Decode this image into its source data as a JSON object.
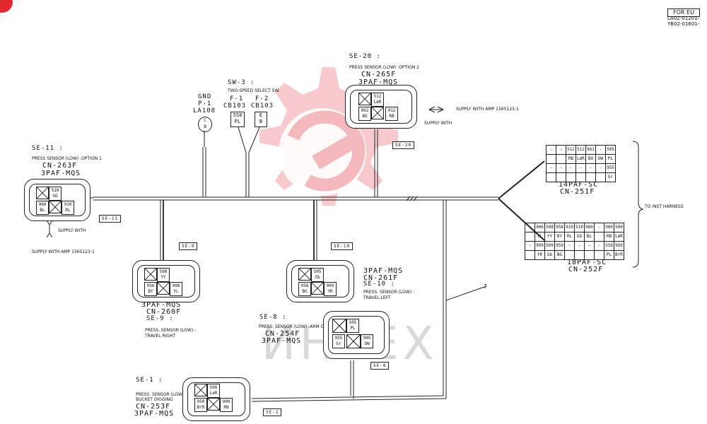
{
  "header": {
    "badge": "FOR EU",
    "codes": [
      "LA02-01201-",
      "YB02-01601-"
    ]
  },
  "colors": {
    "watermark": "#f5b8bc",
    "corner": "#e0282e"
  },
  "watermark_text": "ИНТЕХ",
  "gnd": {
    "l1": "GND",
    "l2": "P-1",
    "l3": "LA108",
    "pin_top": "C",
    "pin_bot": "B"
  },
  "sw3": {
    "label": "SW-3 :",
    "desc": "TWO-SPEED SELECT SW.",
    "f1": "F-1",
    "f1_part": "CB103",
    "f2": "F-2",
    "f2_part": "CB103",
    "f1_pin": [
      "558",
      "PL"
    ],
    "f2_pin": [
      "E",
      "B"
    ]
  },
  "se20": {
    "label": "SE-20 :",
    "desc": "PRESS SENSOR (LOW) :OPTION 2",
    "part": "CN-265F",
    "type": "3PAF-MQS",
    "pins": [
      [
        "512",
        "LøR"
      ],
      [
        "962",
        "BO"
      ],
      [
        "912",
        "RB"
      ]
    ],
    "tag": "SE-20",
    "supply": "SUPPLY WITH AMP 1565123-1",
    "supply2": "SUPPLY WITH"
  },
  "se11": {
    "label": "SE-11 :",
    "desc": "PRESS SENSOR (LOW) :OPTION 1",
    "part": "CN-263F",
    "type": "3PAF-MQS",
    "pins": [
      [
        "510",
        "GO"
      ],
      [
        "960",
        "BL"
      ],
      [
        "910",
        "RL"
      ]
    ],
    "tag": "SE-11",
    "supply": "SUPPLY WITH",
    "supply_amp": "SUPPLY WITH AMP 1565123-1"
  },
  "se9": {
    "type": "3PAF-MQS",
    "part": "CN-260F",
    "label": "SE-9 :",
    "desc1": "PRESS. SENSOR (LOW) :",
    "desc2": "TRAVEL RIGHT",
    "pins": [
      [
        "508",
        "YY"
      ],
      [
        "956",
        "BY"
      ],
      [
        "908",
        "YL"
      ]
    ],
    "tag": "SE-9"
  },
  "se10": {
    "type": "3PAF-MQS",
    "part": "CN-261F",
    "label": "SE-10 :",
    "desc1": "PRESS. SENSOR (LOW) :",
    "desc2": "TRAVEL LEFT",
    "pins": [
      [
        "505",
        "Sb"
      ],
      [
        "958",
        "BG"
      ],
      [
        "909",
        "YR"
      ]
    ],
    "tag": "SE-10"
  },
  "se8": {
    "label": "SE-8 :",
    "desc": "PRESS. SENSOR (LOW) :ARM OUT",
    "part": "CN-254F",
    "type": "3PAF-MQS",
    "pins": [
      [
        "505",
        "PL"
      ],
      [
        "955",
        "Gr"
      ],
      [
        "905",
        "OW"
      ]
    ],
    "tag": "SE-8"
  },
  "se1": {
    "label": "SE-1 :",
    "desc1": "PRESS. SENSOR (LOW) :",
    "desc2": "BUCKET DIGGING",
    "part": "CN-253F",
    "type": "3PAF-MQS",
    "pins": [
      [
        "500",
        "LøR"
      ],
      [
        "950",
        "BrR"
      ],
      [
        "900",
        "RB"
      ]
    ],
    "tag": "SE-1"
  },
  "cn251": {
    "name": "14PAF-SC",
    "part": "CN-251F",
    "row1": [
      "-",
      "-",
      "512",
      "512",
      "962",
      "-",
      "505"
    ],
    "row1b": [
      "",
      "",
      "RB",
      "LøR",
      "BO",
      "OW",
      "PL"
    ],
    "row2": [
      "-",
      "-",
      "-",
      "-",
      "-",
      "-",
      "955"
    ],
    "row2b": [
      "",
      "",
      "",
      "",
      "",
      "",
      "Gr"
    ]
  },
  "cn252": {
    "name": "18PAF-SC",
    "part": "CN-252F",
    "row1": [
      "-",
      "906",
      "508",
      "958",
      "910",
      "510",
      "960",
      "-",
      "900",
      "500"
    ],
    "row1b": [
      "",
      "YL",
      "YY",
      "BY",
      "RL",
      "GO",
      "BL",
      "",
      "RB",
      "LøR"
    ],
    "row2": [
      "-",
      "909",
      "509",
      "959",
      "-",
      "-",
      "-",
      "-",
      "558",
      "950"
    ],
    "row2b": [
      "",
      "YR",
      "Sb",
      "BG",
      "",
      "",
      "",
      "",
      "PL",
      "BrR"
    ]
  },
  "inst": "TO INST HARNESS",
  "wire_num": "7"
}
